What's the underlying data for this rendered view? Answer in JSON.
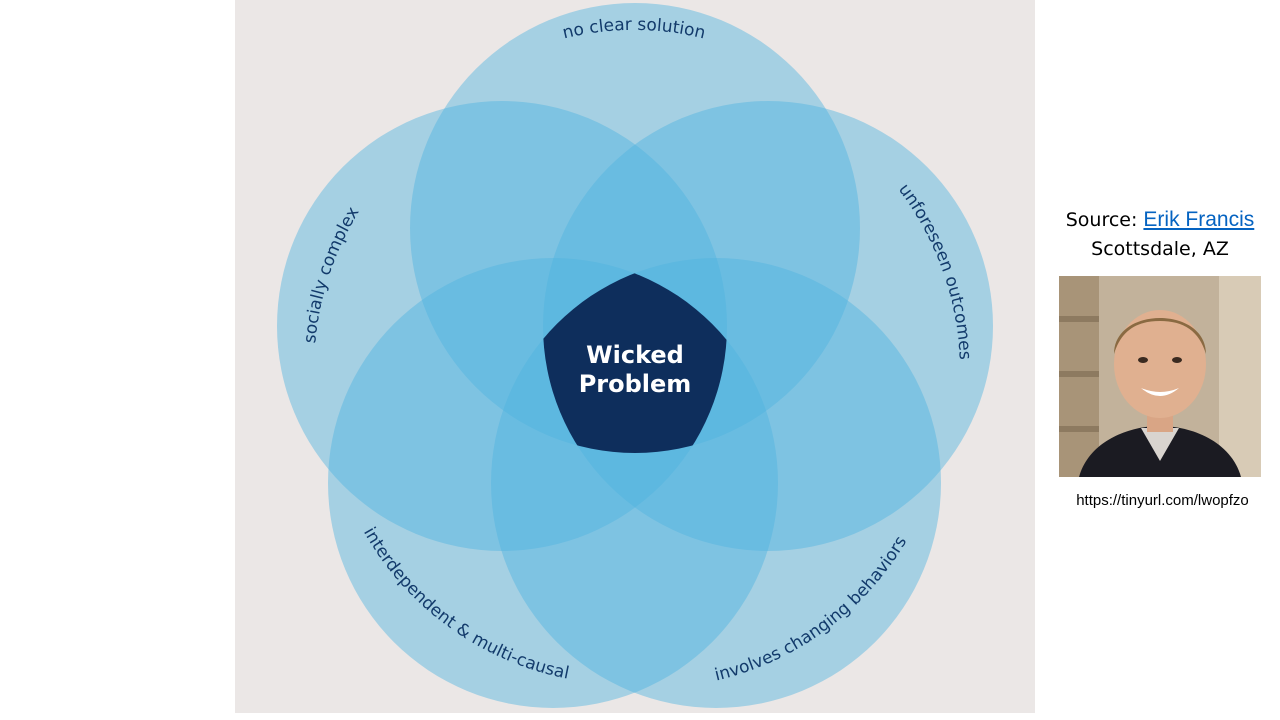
{
  "diagram": {
    "center_label_line1": "Wicked",
    "center_label_line2": "Problem",
    "petals": [
      "no clear solution",
      "unforeseen outcomes",
      "involves changing behaviors",
      "interdependent & multi-causal",
      "socially complex"
    ],
    "colors": {
      "background": "#ebe7e6",
      "circle_fill": "#4fb3e0",
      "center_fill": "#0e2e5c",
      "label_text": "#123a6b"
    }
  },
  "source": {
    "prefix": "Source: ",
    "author_link": "Erik Francis",
    "location": "Scottsdale, AZ",
    "photo_icon": "person-photo",
    "url": "https://tinyurl.com/lwopfzo"
  }
}
